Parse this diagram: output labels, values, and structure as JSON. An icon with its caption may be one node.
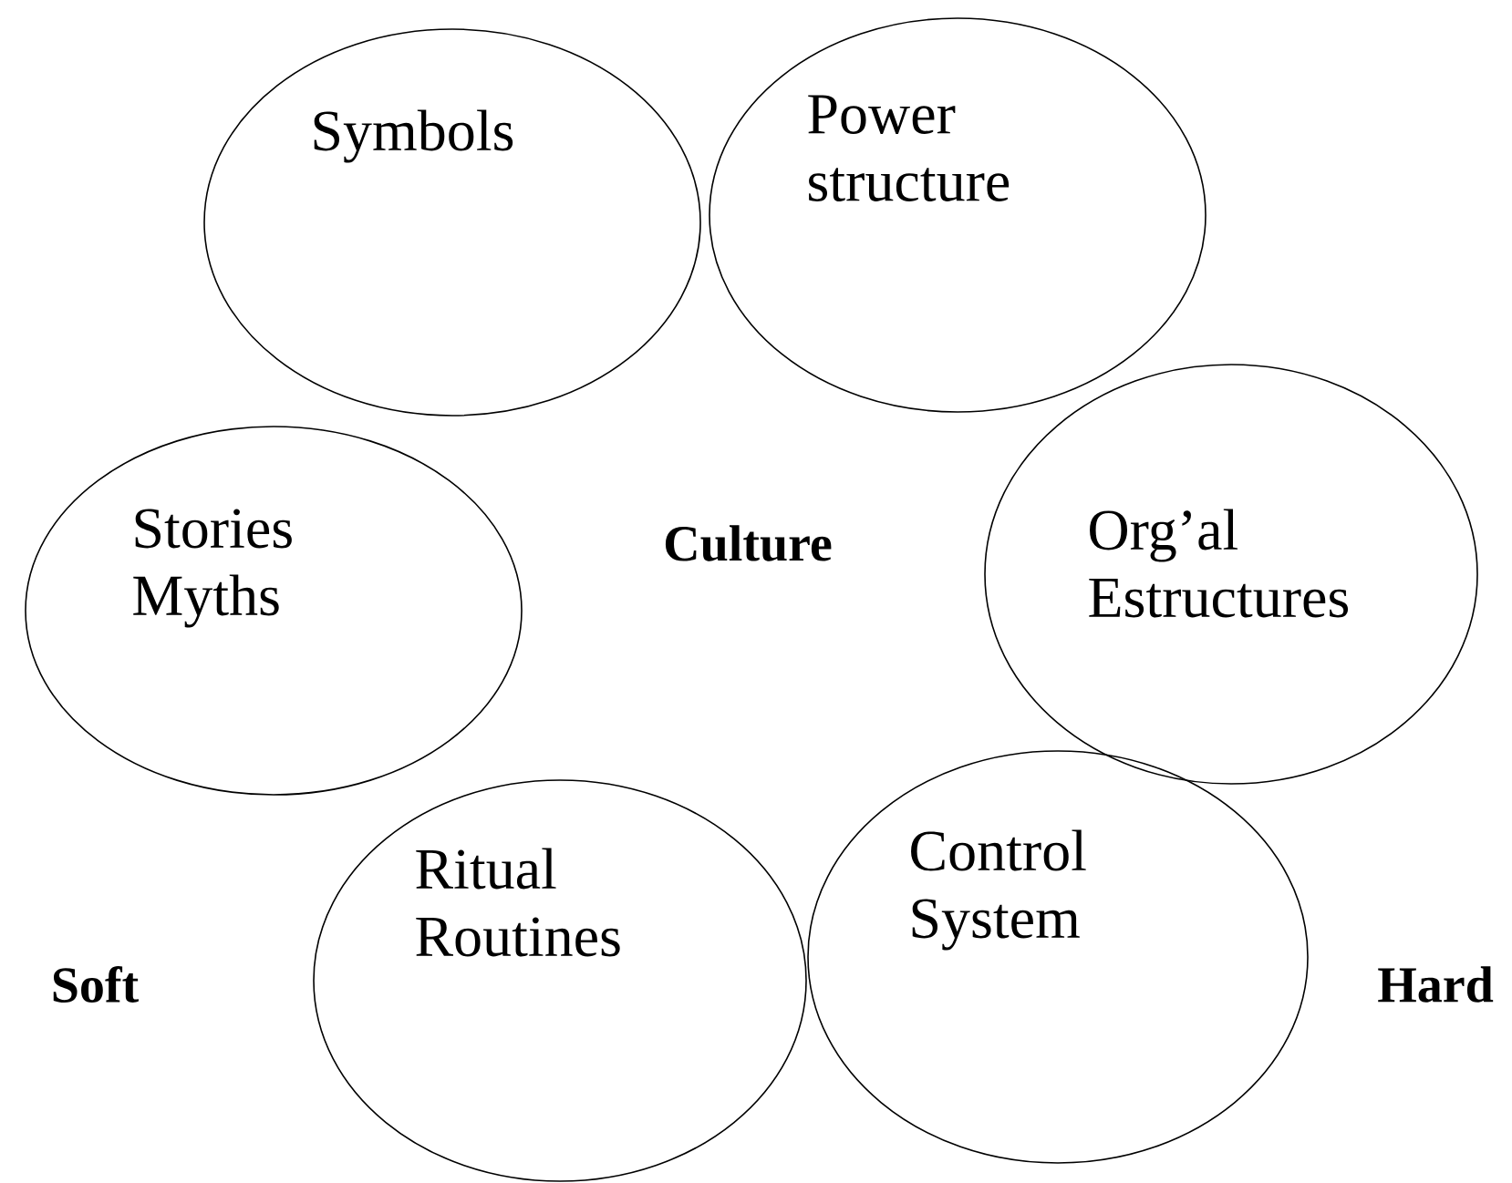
{
  "diagram": {
    "nodes": [
      {
        "text": [
          "Symbols"
        ]
      },
      {
        "text": [
          "Power structure"
        ]
      },
      {
        "text": [
          "Stories Myths"
        ]
      },
      {
        "text": [
          "Org’al Estructures"
        ]
      },
      {
        "text": [
          "Ritual Routines"
        ]
      },
      {
        "text": [
          "Control System"
        ]
      }
    ],
    "labels": [
      "Culture",
      "Soft",
      "Hard"
    ]
  }
}
